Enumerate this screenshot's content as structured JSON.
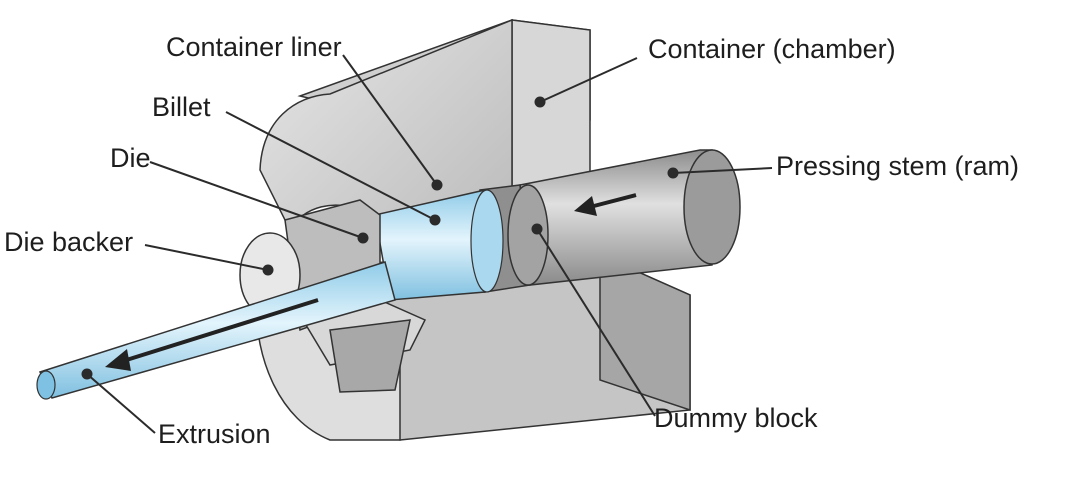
{
  "labels": {
    "container_liner": "Container liner",
    "container": "Container (chamber)",
    "billet": "Billet",
    "die": "Die",
    "die_backer": "Die backer",
    "pressing_stem": "Pressing stem (ram)",
    "extrusion": "Extrusion",
    "dummy_block": "Dummy block"
  },
  "colors": {
    "billet_blue": "#b7dff2",
    "steel_gray": "#a9a9a9",
    "dark_gray": "#6f6f6f",
    "light_gray": "#dedede",
    "outline": "#333333"
  }
}
